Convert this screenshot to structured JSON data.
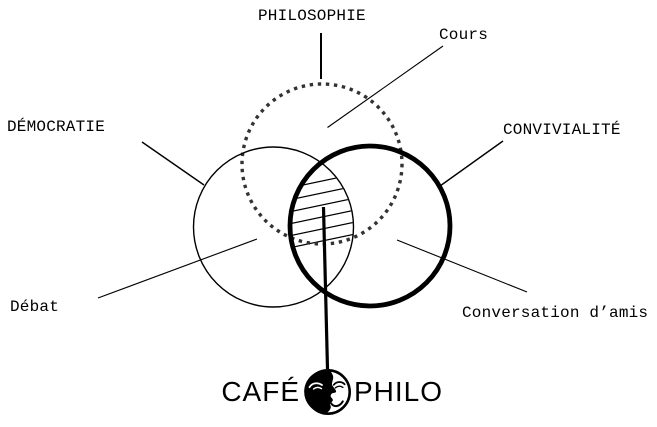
{
  "venn": {
    "sets": [
      {
        "name": "philosophie",
        "label": "PHILOSOPHIE",
        "annotation": "Cours",
        "circle_style": "dotted"
      },
      {
        "name": "democratie",
        "label": "DÉMOCRATIE",
        "annotation": "Débat",
        "circle_style": "thin-solid"
      },
      {
        "name": "convivialite",
        "label": "CONVIVIALITÉ",
        "annotation": "Conversation d’amis",
        "circle_style": "thick-solid"
      }
    ],
    "center_intersection_style": "hatched",
    "colors": {
      "ink": "#000000",
      "dotted_circle": "#333333",
      "background": "#ffffff"
    }
  },
  "logo": {
    "word_left": "CAFÉ",
    "word_right": "PHILO",
    "icon": "moon-face-icon"
  }
}
